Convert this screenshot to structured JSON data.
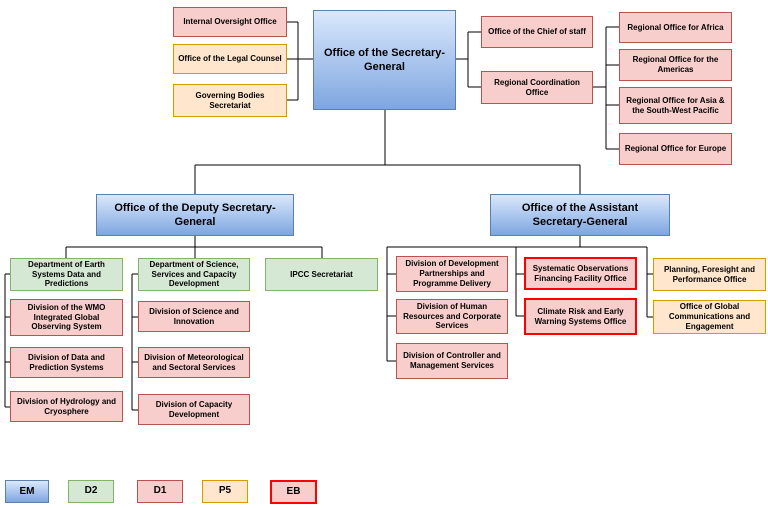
{
  "chart_title": "",
  "nodes": {
    "iob": {
      "label": "Internal Oversight Office",
      "grade": "D1"
    },
    "legal": {
      "label": "Office of the Legal Counsel",
      "grade": "P5"
    },
    "gov": {
      "label": "Governing Bodies Secretariat",
      "grade": "P5"
    },
    "sg": {
      "label": "Office of the Secretary-General",
      "grade": "EM"
    },
    "cos": {
      "label": "Office of the Chief of staff",
      "grade": "D1"
    },
    "rco": {
      "label": "Regional Coordination Office",
      "grade": "D1"
    },
    "ro_africa": {
      "label": "Regional Office for Africa",
      "grade": "D1"
    },
    "ro_americas": {
      "label": "Regional Office for the Americas",
      "grade": "D1"
    },
    "ro_asia": {
      "label": "Regional Office for Asia & the South-West Pacific",
      "grade": "D1"
    },
    "ro_europe": {
      "label": "Regional Office for Europe",
      "grade": "D1"
    },
    "dsg": {
      "label": "Office of the Deputy Secretary-General",
      "grade": "EM"
    },
    "asg": {
      "label": "Office of the Assistant Secretary-General",
      "grade": "EM"
    },
    "dept_earth": {
      "label": "Department of Earth Systems Data and Predictions",
      "grade": "D2"
    },
    "div_wigos": {
      "label": "Division of the WMO Integrated Global Observing System",
      "grade": "D1"
    },
    "div_data": {
      "label": "Division of Data and Prediction Systems",
      "grade": "D1"
    },
    "div_hydro": {
      "label": "Division of Hydrology and Cryosphere",
      "grade": "D1"
    },
    "dept_science": {
      "label": "Department of Science, Services and Capacity Development",
      "grade": "D2"
    },
    "div_science": {
      "label": "Division of Science and Innovation",
      "grade": "D1"
    },
    "div_meteo": {
      "label": "Division of Meteorological and Sectoral Services",
      "grade": "D1"
    },
    "div_capacity": {
      "label": "Division of Capacity Development",
      "grade": "D1"
    },
    "ipcc": {
      "label": "IPCC Secretariat",
      "grade": "D2"
    },
    "div_dev": {
      "label": "Division of Development Partnerships and Programme Delivery",
      "grade": "D1"
    },
    "div_hr": {
      "label": "Division of Human Resources and Corporate Services",
      "grade": "D1"
    },
    "div_controller": {
      "label": "Division of Controller and Management Services",
      "grade": "D1"
    },
    "soff": {
      "label": "Systematic Observations Financing Facility Office",
      "grade": "EB"
    },
    "crews": {
      "label": "Climate Risk and Early Warning Systems Office",
      "grade": "EB"
    },
    "pfpo": {
      "label": "Planning, Foresight and Performance Office",
      "grade": "P5"
    },
    "ogce": {
      "label": "Office of Global Communications and Engagement",
      "grade": "P5"
    }
  },
  "legend": [
    {
      "label": "EM",
      "grade": "EM"
    },
    {
      "label": "D2",
      "grade": "D2"
    },
    {
      "label": "D1",
      "grade": "D1"
    },
    {
      "label": "P5",
      "grade": "P5"
    },
    {
      "label": "EB",
      "grade": "EB"
    }
  ],
  "colors": {
    "em-fill-top": "#dae8fc",
    "em-fill-bottom": "#7ea6e0",
    "em-border": "#5b80ad",
    "d1-fill": "#f8cecc",
    "d1-border": "#b85450",
    "d2-fill": "#d5e8d4",
    "d2-border": "#82b366",
    "p5-fill": "#ffe6cc",
    "p5-border": "#d79b00",
    "eb-fill": "#f8cecc",
    "eb-border": "#ff0000",
    "line": "#000000"
  }
}
